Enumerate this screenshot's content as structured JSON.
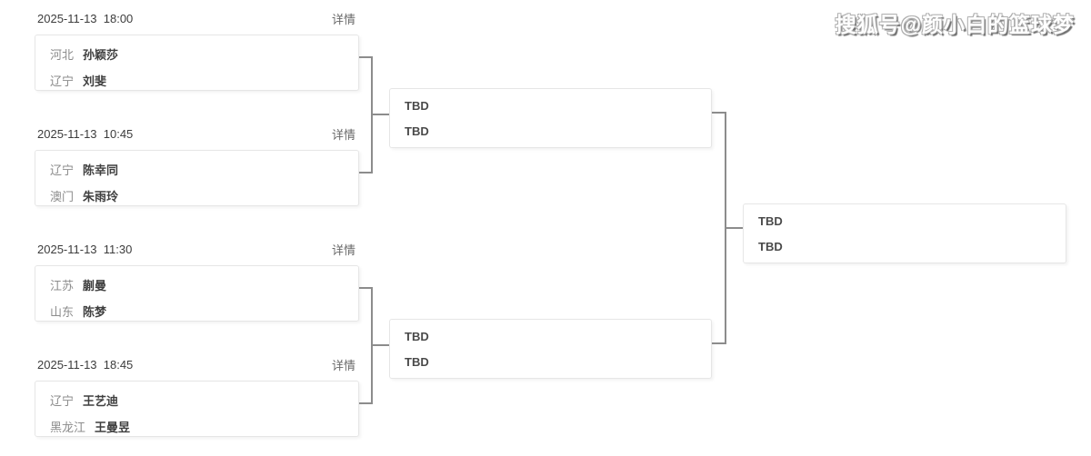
{
  "watermark": "搜狐号@颜小白的篮球梦",
  "labels": {
    "details": "详情",
    "tbd": "TBD"
  },
  "colors": {
    "connector": "#8c8c8c",
    "card_border": "#e6e6e6",
    "date_text": "#3c3c3c",
    "details_text": "#696969",
    "region_text": "#8c8c8c",
    "name_text": "#404040",
    "tbd_text": "#4a4a4a",
    "watermark_fill": "#ffffff",
    "watermark_shadow": "#6e6e6e"
  },
  "round1": {
    "matches": [
      {
        "date": "2025-11-13  18:00",
        "players": [
          {
            "region": "河北",
            "name": "孙颖莎"
          },
          {
            "region": "辽宁",
            "name": "刘斐"
          }
        ]
      },
      {
        "date": "2025-11-13  10:45",
        "players": [
          {
            "region": "辽宁",
            "name": "陈幸同"
          },
          {
            "region": "澳门",
            "name": "朱雨玲"
          }
        ]
      },
      {
        "date": "2025-11-13  11:30",
        "players": [
          {
            "region": "江苏",
            "name": "蒯曼"
          },
          {
            "region": "山东",
            "name": "陈梦"
          }
        ]
      },
      {
        "date": "2025-11-13  18:45",
        "players": [
          {
            "region": "辽宁",
            "name": "王艺迪"
          },
          {
            "region": "黑龙江",
            "name": "王曼昱"
          }
        ]
      }
    ]
  },
  "semifinals": {
    "matches": [
      {
        "slots": [
          "TBD",
          "TBD"
        ]
      },
      {
        "slots": [
          "TBD",
          "TBD"
        ]
      }
    ]
  },
  "final": {
    "slots": [
      "TBD",
      "TBD"
    ]
  }
}
